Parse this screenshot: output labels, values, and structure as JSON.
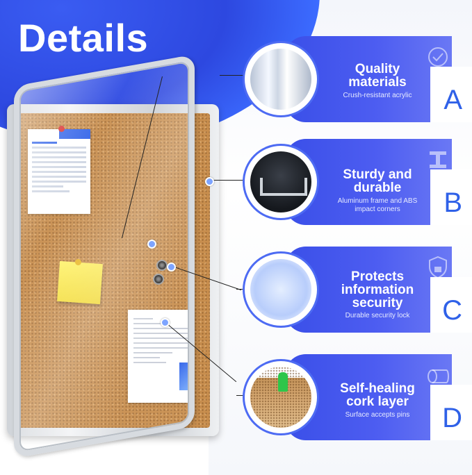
{
  "title": "Details",
  "features": [
    {
      "heading": "Quality materials",
      "subtitle": "Crush-resistant acrylic",
      "letter": "A",
      "image": "acrylic-profile",
      "icon": "quality-badge-icon"
    },
    {
      "heading": "Sturdy and durable",
      "subtitle": "Aluminum frame and ABS impact corners",
      "letter": "B",
      "image": "aluminum-frame",
      "icon": "i-beam-icon"
    },
    {
      "heading": "Protects information security",
      "subtitle": "Durable security lock",
      "letter": "C",
      "image": "security-lock-keys",
      "icon": "shield-lock-icon"
    },
    {
      "heading": "Self-healing cork layer",
      "subtitle": "Surface accepts pins",
      "letter": "D",
      "image": "cork-pushpin",
      "icon": "log-icon"
    }
  ],
  "colors": {
    "accent": "#3a4fe8",
    "letter": "#2f61e8",
    "cork": "#c88e4e",
    "background_blue": "#2d48e0"
  }
}
